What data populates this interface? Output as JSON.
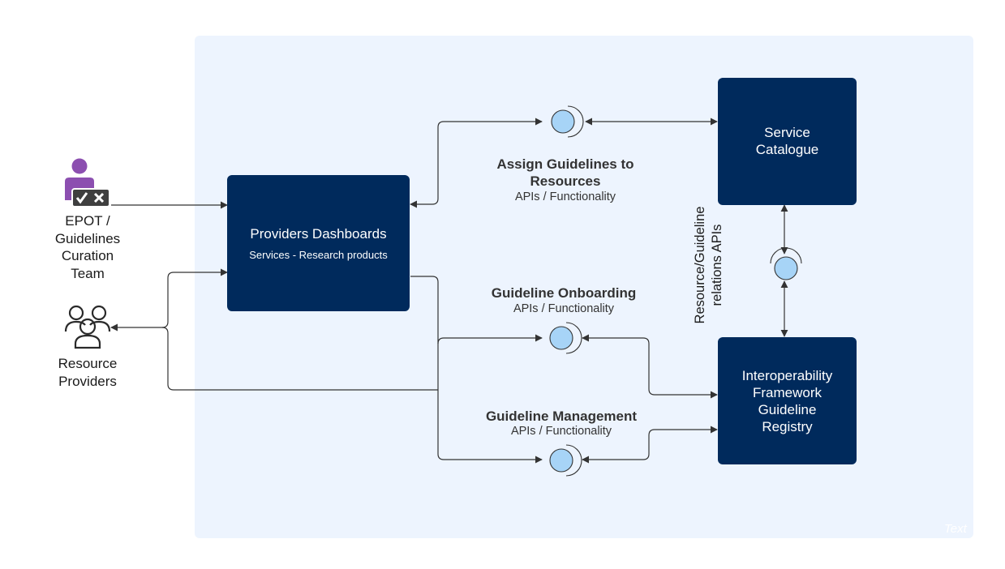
{
  "watermark": "Text",
  "boxes": {
    "providers_dashboards": {
      "title": "Providers Dashboards",
      "subtitle": "Services - Research products"
    },
    "service_catalogue": {
      "title_line1": "Service",
      "title_line2": "Catalogue"
    },
    "guideline_registry": {
      "line1": "Interoperability",
      "line2": "Framework",
      "line3": "Guideline",
      "line4": "Registry"
    }
  },
  "interfaces": {
    "assign": {
      "title_line1": "Assign Guidelines to",
      "title_line2": "Resources",
      "subtitle": "APIs / Functionality"
    },
    "onboarding": {
      "title": "Guideline Onboarding",
      "subtitle": "APIs / Functionality"
    },
    "management": {
      "title": "Guideline Management",
      "subtitle": "APIs / Functionality"
    },
    "relations": {
      "line1": "Resource/Guideline",
      "line2": "relations APIs"
    }
  },
  "actors": {
    "epot": {
      "line1": "EPOT /",
      "line2": "Guidelines",
      "line3": "Curation",
      "line4": "Team",
      "icon": "curator-approval-icon"
    },
    "providers": {
      "line1": "Resource",
      "line2": "Providers",
      "icon": "group-users-icon"
    }
  },
  "colors": {
    "box": "#002a5c",
    "background": "#edf4fe",
    "interface_fill": "#a7d4f7",
    "epot_icon": "#8c4fb0",
    "line": "#333333"
  }
}
